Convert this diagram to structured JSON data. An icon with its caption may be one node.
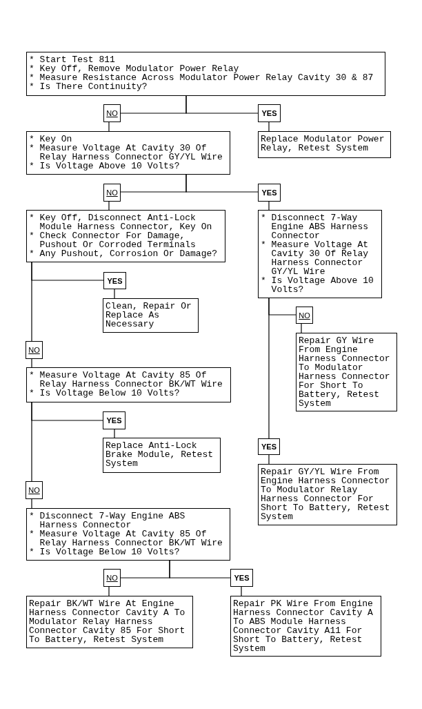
{
  "diagram": {
    "nodes": [
      {
        "text": [
          "* Start Test 811",
          "* Key Off, Remove Modulator Power Relay",
          "* Measure Resistance Across Modulator Power Relay Cavity 30 & 87",
          "* Is There Continuity?"
        ]
      },
      {
        "text": [
          "NO"
        ]
      },
      {
        "text": [
          "YES"
        ]
      },
      {
        "text": [
          "* Key On",
          "* Measure Voltage At Cavity 30 Of Relay Harness Connector GY/YL Wire",
          "* Is Voltage Above 10 Volts?"
        ]
      },
      {
        "text": [
          "Replace Modulator Power Relay, Retest System"
        ]
      },
      {
        "text": [
          "NO"
        ]
      },
      {
        "text": [
          "YES"
        ]
      },
      {
        "text": [
          "* Key Off, Disconnect Anti-Lock Module Harness Connector, Key On",
          "* Check Connector For Damage, Pushout Or Corroded Terminals",
          "* Any Pushout, Corrosion Or Damage?"
        ]
      },
      {
        "text": [
          "* Disconnect 7-Way Engine ABS Harness Connector",
          "* Measure Voltage At Cavity 30 Of Relay Harness Connector GY/YL Wire",
          "* Is Voltage Above 10 Volts?"
        ]
      },
      {
        "text": [
          "YES"
        ]
      },
      {
        "text": [
          "Clean, Repair Or Replace As Necessary"
        ]
      },
      {
        "text": [
          "NO"
        ]
      },
      {
        "text": [
          "Repair GY Wire From Engine Harness Connector To Modulator Harness Connector For Short To Battery, Retest System"
        ]
      },
      {
        "text": [
          "NO"
        ]
      },
      {
        "text": [
          "* Measure Voltage At Cavity 85 Of Relay Harness Connector BK/WT Wire",
          "* Is Voltage Below 10 Volts?"
        ]
      },
      {
        "text": [
          "YES"
        ]
      },
      {
        "text": [
          "Replace Anti-Lock Brake Module, Retest System"
        ]
      },
      {
        "text": [
          "YES"
        ]
      },
      {
        "text": [
          "Repair GY/YL Wire From Engine Harness Connector To Modulator Relay Harness Connector For Short To Battery, Retest System"
        ]
      },
      {
        "text": [
          "NO"
        ]
      },
      {
        "text": [
          "* Disconnect 7-Way Engine ABS Harness Connector",
          "* Measure Voltage At Cavity 85 Of Relay Harness Connector BK/WT Wire",
          "* Is Voltage Below 10 Volts?"
        ]
      },
      {
        "text": [
          "NO"
        ]
      },
      {
        "text": [
          "YES"
        ]
      },
      {
        "text": [
          "Repair BK/WT Wire At Engine Harness Connector Cavity A To Modulator Relay Harness Connector Cavity 85 For Short To Battery, Retest System"
        ]
      },
      {
        "text": [
          "Repair PK Wire From Engine Harness Connector Cavity A To ABS Module Harness Connector Cavity A11 For Short To Battery, Retest System"
        ]
      }
    ],
    "edges": [
      {
        "from": 0,
        "to": 1,
        "arrow": "none"
      },
      {
        "from": 0,
        "to": 2,
        "arrow": "none"
      },
      {
        "from": 1,
        "to": 3,
        "arrow": "none"
      },
      {
        "from": 2,
        "to": 4,
        "arrow": "none"
      },
      {
        "from": 3,
        "to": 5,
        "arrow": "none"
      },
      {
        "from": 3,
        "to": 6,
        "arrow": "none"
      },
      {
        "from": 5,
        "to": 7,
        "arrow": "none"
      },
      {
        "from": 6,
        "to": 8,
        "arrow": "none"
      },
      {
        "from": 7,
        "to": 9,
        "arrow": "none"
      },
      {
        "from": 7,
        "to": 13,
        "arrow": "none"
      },
      {
        "from": 9,
        "to": 10,
        "arrow": "none"
      },
      {
        "from": 8,
        "to": 11,
        "arrow": "none"
      },
      {
        "from": 8,
        "to": 17,
        "arrow": "none"
      },
      {
        "from": 11,
        "to": 12,
        "arrow": "none"
      },
      {
        "from": 13,
        "to": 14,
        "arrow": "none"
      },
      {
        "from": 14,
        "to": 15,
        "arrow": "none"
      },
      {
        "from": 14,
        "to": 19,
        "arrow": "none"
      },
      {
        "from": 15,
        "to": 16,
        "arrow": "none"
      },
      {
        "from": 17,
        "to": 18,
        "arrow": "none"
      },
      {
        "from": 19,
        "to": 20,
        "arrow": "none"
      },
      {
        "from": 20,
        "to": 21,
        "arrow": "none"
      },
      {
        "from": 20,
        "to": 22,
        "arrow": "none"
      },
      {
        "from": 21,
        "to": 23,
        "arrow": "none"
      },
      {
        "from": 22,
        "to": 24,
        "arrow": "none"
      }
    ]
  }
}
